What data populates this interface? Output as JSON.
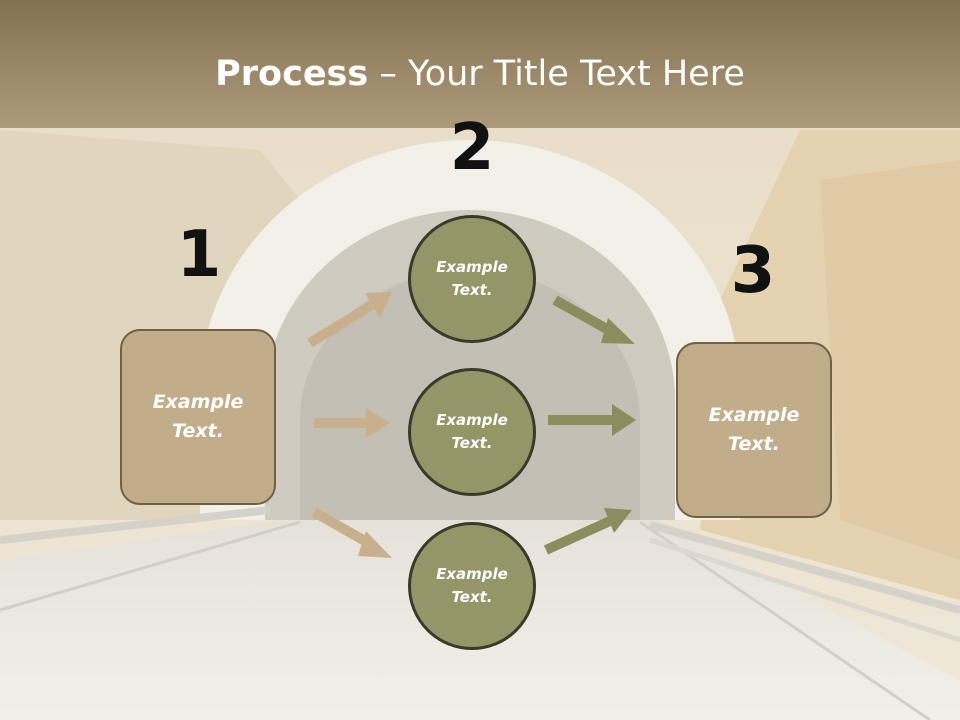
{
  "title": {
    "bold": "Process",
    "rest": " – Your Title Text Here"
  },
  "steps": {
    "one": "1",
    "two": "2",
    "three": "3"
  },
  "boxes": {
    "left": "Example\nText.",
    "right": "Example\nText."
  },
  "circles": {
    "top": "Example\nText.",
    "middle": "Example\nText.",
    "bottom": "Example\nText."
  },
  "colors": {
    "title_band": "#9a8462",
    "box_fill": "#c2ad8b",
    "circle_fill": "#959667",
    "arrow_tan": "#c8b08f",
    "arrow_olive": "#8c8d5f"
  }
}
